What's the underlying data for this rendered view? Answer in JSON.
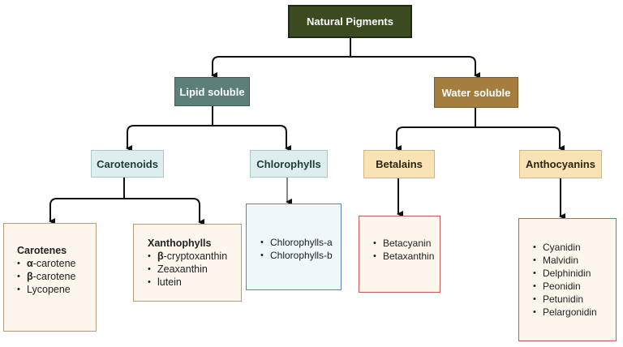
{
  "root": "Natural Pigments",
  "categories": {
    "lipid": "Lipid soluble",
    "water": "Water soluble"
  },
  "groups": {
    "carotenoids": "Carotenoids",
    "chlorophylls": "Chlorophylls",
    "betalains": "Betalains",
    "anthocyanins": "Anthocyanins"
  },
  "leaves": {
    "carotenes": {
      "title": "Carotenes",
      "items": [
        {
          "greek": "α",
          "rest": "-carotene"
        },
        {
          "greek": "β",
          "rest": "-carotene"
        },
        {
          "greek": "",
          "rest": "Lycopene"
        }
      ]
    },
    "xanthophylls": {
      "title": "Xanthophylls",
      "items": [
        {
          "greek": "β",
          "rest": "-cryptoxanthin"
        },
        {
          "greek": "",
          "rest": "Zeaxanthin"
        },
        {
          "greek": "",
          "rest": "lutein"
        }
      ]
    },
    "chlorophylls": {
      "items": [
        "Chlorophylls-a",
        "Chlorophylls-b"
      ]
    },
    "betalains": {
      "items": [
        "Betacyanin",
        "Betaxanthin"
      ]
    },
    "anthocyanins": {
      "items": [
        "Cyanidin",
        "Malvidin",
        "Delphinidin",
        "Peonidin",
        "Petunidin",
        "Pelargonidin"
      ]
    }
  }
}
